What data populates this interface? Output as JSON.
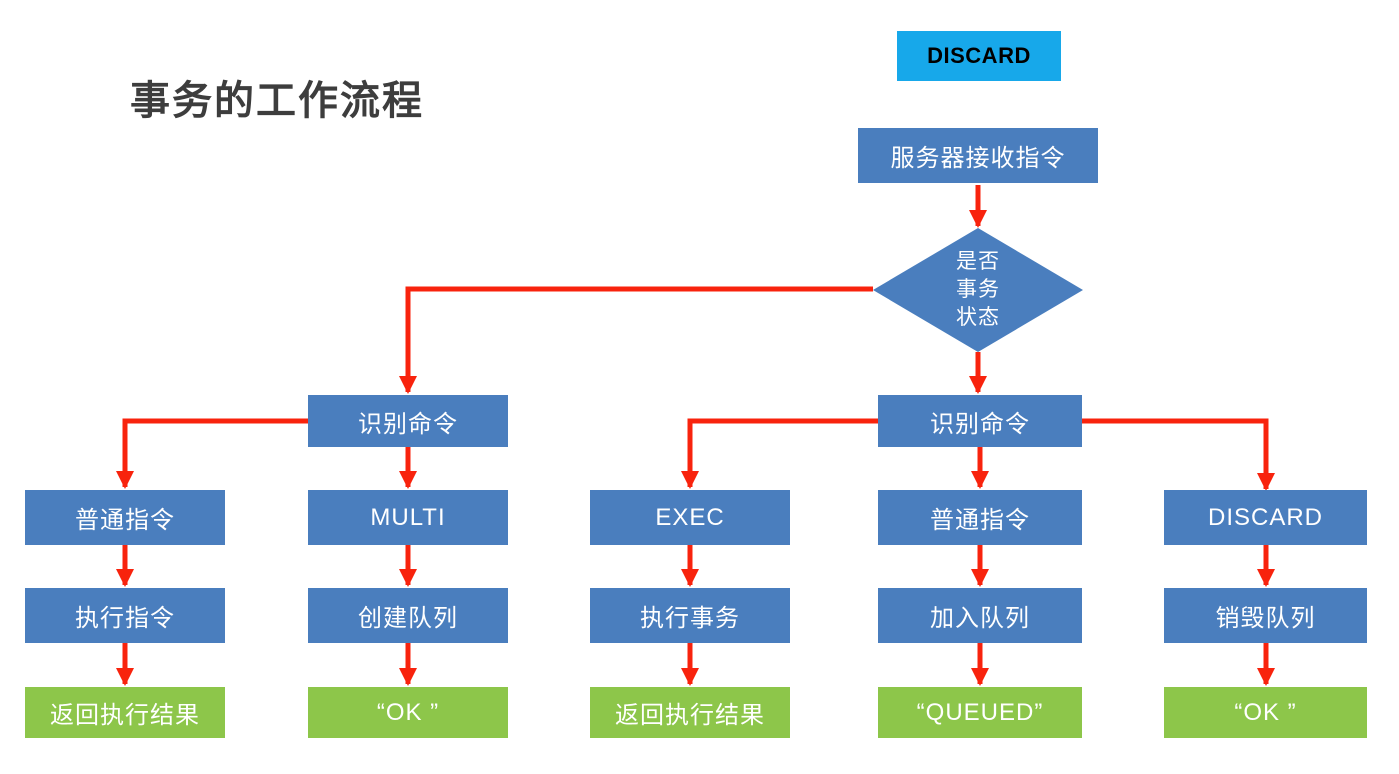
{
  "title": "事务的工作流程",
  "colors": {
    "box_blue": "#4A7EBE",
    "tag_cyan": "#17A8EA",
    "result_green": "#8DC64A",
    "arrow_red": "#F8230D",
    "box_text": "#FFFFFF",
    "tag_text": "#000000",
    "title_text": "#3D3D3D",
    "background": "#FFFFFF"
  },
  "nodes": {
    "discard_tag": "DISCARD",
    "server": "服务器接收指令",
    "decision": [
      "是否",
      "事务",
      "状态"
    ],
    "identify_left": "识别命令",
    "identify_right": "识别命令",
    "col1": [
      "普通指令",
      "执行指令",
      "返回执行结果"
    ],
    "col2": [
      "MULTI",
      "创建队列",
      "“OK ”"
    ],
    "col3": [
      "EXEC",
      "执行事务",
      "返回执行结果"
    ],
    "col4": [
      "普通指令",
      "加入队列",
      "“QUEUED”"
    ],
    "col5": [
      "DISCARD",
      "销毁队列",
      "“OK ”"
    ]
  }
}
